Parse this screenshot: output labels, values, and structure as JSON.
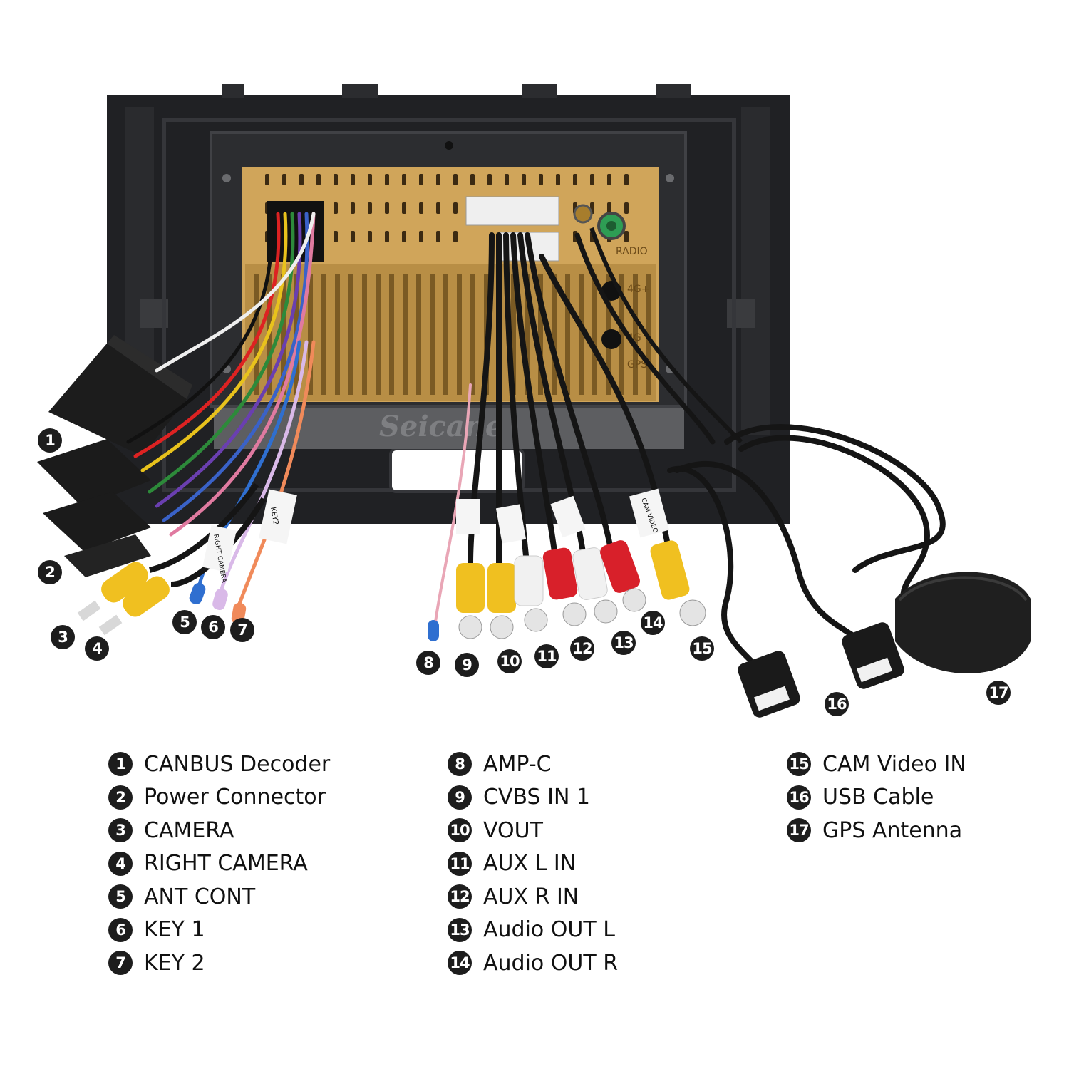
{
  "watermark": "Seicane",
  "unit_markings": {
    "radio": "RADIO",
    "band_4g_plus": "4G+",
    "band_4g": "4G",
    "gps": "GPS"
  },
  "cable_tags": {
    "key2": "KEY2",
    "right_camera": "RIGHT CAMERA",
    "cam_video": "CAM VIDEO"
  },
  "colors": {
    "frame": "#202124",
    "unit_panel": "#d0a55a",
    "rca_yellow": "#f0c020",
    "rca_white": "#f1f1f1",
    "rca_red": "#d8202a",
    "callout": "#1d1d1d"
  },
  "callouts": [
    "1",
    "2",
    "3",
    "4",
    "5",
    "6",
    "7",
    "8",
    "9",
    "10",
    "11",
    "12",
    "13",
    "14",
    "15",
    "16",
    "17"
  ],
  "legend": {
    "col1": [
      {
        "num": "1",
        "label": "CANBUS Decoder"
      },
      {
        "num": "2",
        "label": "Power Connector"
      },
      {
        "num": "3",
        "label": "CAMERA"
      },
      {
        "num": "4",
        "label": "RIGHT CAMERA"
      },
      {
        "num": "5",
        "label": "ANT CONT"
      },
      {
        "num": "6",
        "label": "KEY 1"
      },
      {
        "num": "7",
        "label": "KEY 2"
      }
    ],
    "col2": [
      {
        "num": "8",
        "label": "AMP-C"
      },
      {
        "num": "9",
        "label": "CVBS IN 1"
      },
      {
        "num": "10",
        "label": "VOUT"
      },
      {
        "num": "11",
        "label": "AUX L IN"
      },
      {
        "num": "12",
        "label": "AUX R IN"
      },
      {
        "num": "13",
        "label": "Audio OUT L"
      },
      {
        "num": "14",
        "label": "Audio OUT R"
      }
    ],
    "col3": [
      {
        "num": "15",
        "label": "CAM Video IN"
      },
      {
        "num": "16",
        "label": "USB Cable"
      },
      {
        "num": "17",
        "label": "GPS Antenna"
      }
    ]
  }
}
